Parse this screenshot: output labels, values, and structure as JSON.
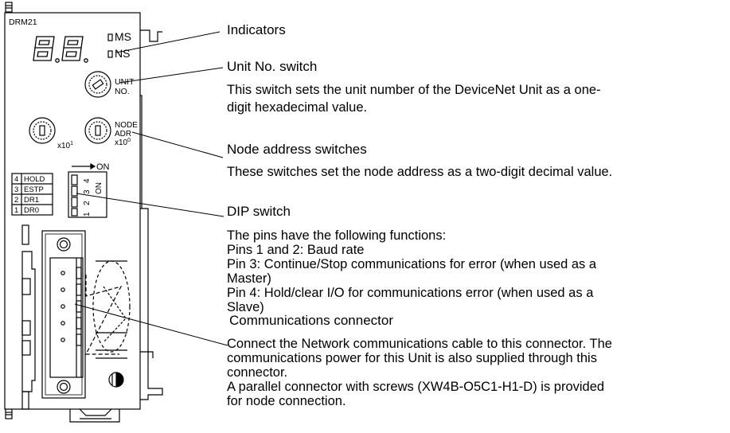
{
  "unit": {
    "model": "DRM21",
    "ms_label": "MS",
    "ns_label": "NS",
    "unit_sw_label_1": "UNIT",
    "unit_sw_label_2": "NO.",
    "x10_1_label": "x10",
    "x10_1_exp": "1",
    "node_label_1": "NODE",
    "node_label_2": "ADR",
    "node_label_3": "x10",
    "node_exp": "0",
    "on_label": "ON",
    "dip_on_label": "ON",
    "dip_rows": [
      {
        "num": "4",
        "name": "HOLD"
      },
      {
        "num": "3",
        "name": "ESTP"
      },
      {
        "num": "2",
        "name": "DR1"
      },
      {
        "num": "1",
        "name": "DR0"
      }
    ],
    "dip_pin_numbers": [
      "4",
      "3",
      "2",
      "1"
    ]
  },
  "callouts": {
    "indicators": {
      "title": "Indicators"
    },
    "unit_no": {
      "title": "Unit No. switch",
      "desc_1": "This switch sets the unit number of the DeviceNet Unit as a one-",
      "desc_2": "digit hexadecimal value."
    },
    "node_addr": {
      "title": "Node address switches",
      "desc": "These switches set the node address as a two-digit decimal value."
    },
    "dip": {
      "title": "DIP switch",
      "lines": [
        "The pins have the following functions:",
        "Pins 1 and 2: Baud rate",
        "Pin 3: Continue/Stop communications for error (when used as a",
        "Master)",
        "Pin 4: Hold/clear I/O for communications error (when used as a",
        "Slave)"
      ]
    },
    "connector": {
      "title": "Communications connector",
      "lines": [
        "Connect the Network communications cable to this connector. The",
        "communications power for this Unit is also supplied through this",
        "connector.",
        "A parallel connector with screws (XW4B-O5C1-H1-D) is provided",
        "for node connection."
      ]
    }
  }
}
